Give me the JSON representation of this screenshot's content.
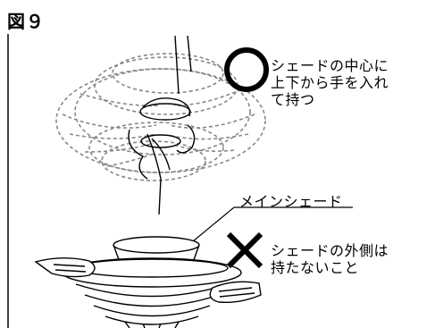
{
  "figure": {
    "label": "図９"
  },
  "correct_method": {
    "symbol": "circle-mark",
    "text": "シェードの中心に\n上下から手を入れ\nて持つ"
  },
  "part_label": "メインシェード",
  "wrong_method": {
    "symbol": "cross-mark",
    "text": "シェードの外側は\n持たないこと"
  },
  "colors": {
    "ink": "#000000",
    "dashed_outline": "#888888",
    "background": "#ffffff"
  }
}
